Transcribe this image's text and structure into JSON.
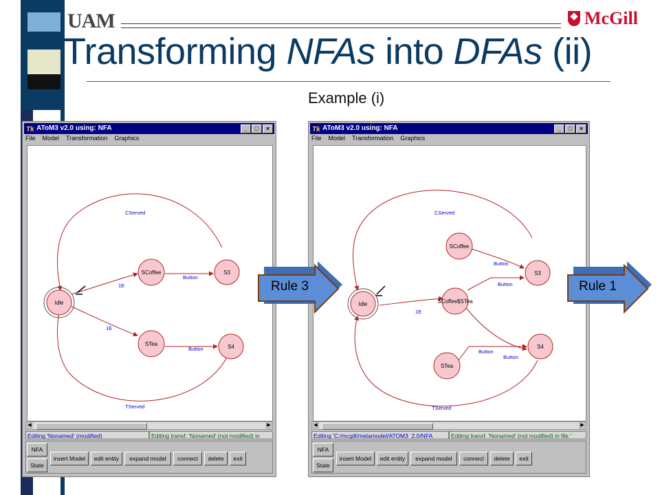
{
  "header": {
    "logo_left": "UAM",
    "logo_right": "McGill",
    "title_parts": [
      "Transforming ",
      "NFAs",
      " into ",
      "DFAs",
      " (ii)"
    ],
    "subtitle": "Example (i)"
  },
  "colors": {
    "title": "#0b3a62",
    "window_titlebar": "#000080",
    "state_fill": "#f8c8d0",
    "edge": "#b22222",
    "edge_label": "#0000cc",
    "arrow_fill": "#5b8ed6",
    "arrow_border": "#7a3b12"
  },
  "windows": [
    {
      "title": "AToM3 v2.0 using: NFA",
      "menu": [
        "File",
        "Model",
        "Transformation",
        "Graphics"
      ],
      "status_left": "Editing 'Nonamed' (modified)",
      "status_right": "Editing transf. 'Nonamed' (not modified) in",
      "side_buttons": [
        "NFA",
        "State"
      ],
      "buttons": [
        "insert Model",
        "edit entity",
        "expand model",
        "connect",
        "delete",
        "exit"
      ],
      "states": [
        "Idle",
        "SCoffee",
        "S3",
        "STea",
        "S4"
      ],
      "edge_labels": [
        "CServed",
        "1E",
        "Button",
        "1E",
        "Button",
        "TServed"
      ]
    },
    {
      "title": "AToM3 v2.0 using: NFA",
      "menu": [
        "File",
        "Model",
        "Transformation",
        "Graphics"
      ],
      "status_left": "Editing 'C:/mcgill/metamodel/ATOM3_2.0/NFA",
      "status_right": "Editing transf. 'Nonamed' (not modified) in file '",
      "side_buttons": [
        "NFA",
        "State"
      ],
      "buttons": [
        "insert Model",
        "edit entity",
        "expand model",
        "connect",
        "delete",
        "exit"
      ],
      "states": [
        "Idle",
        "SCoffee",
        "SCoffee$STea",
        "S3",
        "STea",
        "S4"
      ],
      "edge_labels": [
        "CServed",
        "1E",
        "Button",
        "Button",
        "Button",
        "Button",
        "TServed"
      ]
    }
  ],
  "rule_arrows": [
    "Rule 3",
    "Rule 1"
  ]
}
